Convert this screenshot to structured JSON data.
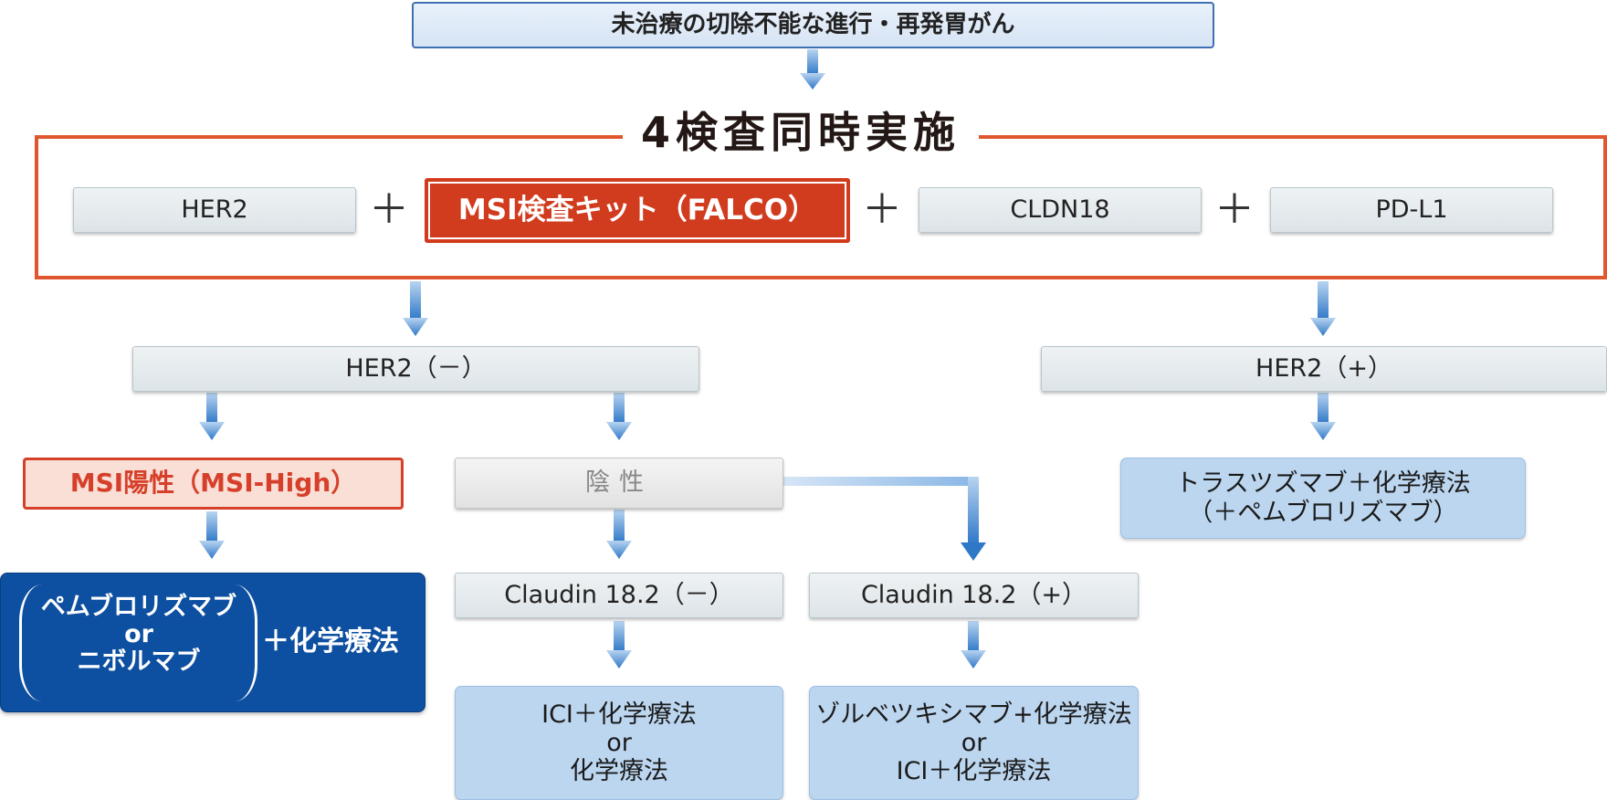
{
  "top_box": "未治療の切除不能な進行・再発胃がん",
  "frame_title": "4検査同時実施",
  "tests": {
    "her2": "HER2",
    "msi_kit": "MSI検査キット（FALCO）",
    "cldn18": "CLDN18",
    "pdl1": "PD-L1",
    "plus": "＋"
  },
  "her2_neg": "HER2（－）",
  "her2_pos": "HER2（+）",
  "msi_high": "MSI陽性（MSI-High）",
  "negative": "陰性",
  "claudin_neg": "Claudin 18.2（－）",
  "claudin_pos": "Claudin 18.2（+）",
  "msi_treatment": {
    "line1": "ペムブロリズマブ",
    "line2": "or",
    "line3": "ニボルマブ",
    "suffix": "＋化学療法"
  },
  "her2_pos_treatment": {
    "line1": "トラスツズマブ＋化学療法",
    "line2": "（＋ペムブロリズマブ）"
  },
  "claudin_neg_treatment": {
    "line1": "ICI＋化学療法",
    "line2": "or",
    "line3": "化学療法"
  },
  "claudin_pos_treatment": {
    "line1": "ゾルベツキシマブ+化学療法",
    "line2": "or",
    "line3": "ICI＋化学療法"
  }
}
